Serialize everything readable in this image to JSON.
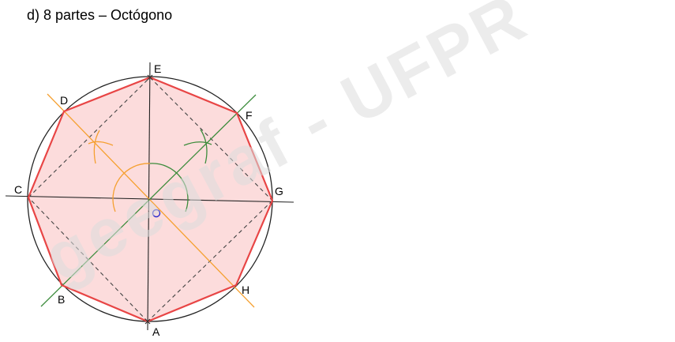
{
  "title": "d) 8 partes – Octógono",
  "watermark": "geegraf - UFPR",
  "colors": {
    "octagon_stroke": "#e84545",
    "octagon_fill": "#fcdcdc",
    "circle": "#222222",
    "axis": "#222222",
    "dashed": "#444444",
    "orange": "#f5a030",
    "green": "#3c8c3c",
    "center": "#2a2acc"
  },
  "points": {
    "E": "E",
    "F": "F",
    "G": "G",
    "H": "H",
    "A": "A",
    "B": "B",
    "C": "C",
    "D": "D",
    "O": "O"
  }
}
